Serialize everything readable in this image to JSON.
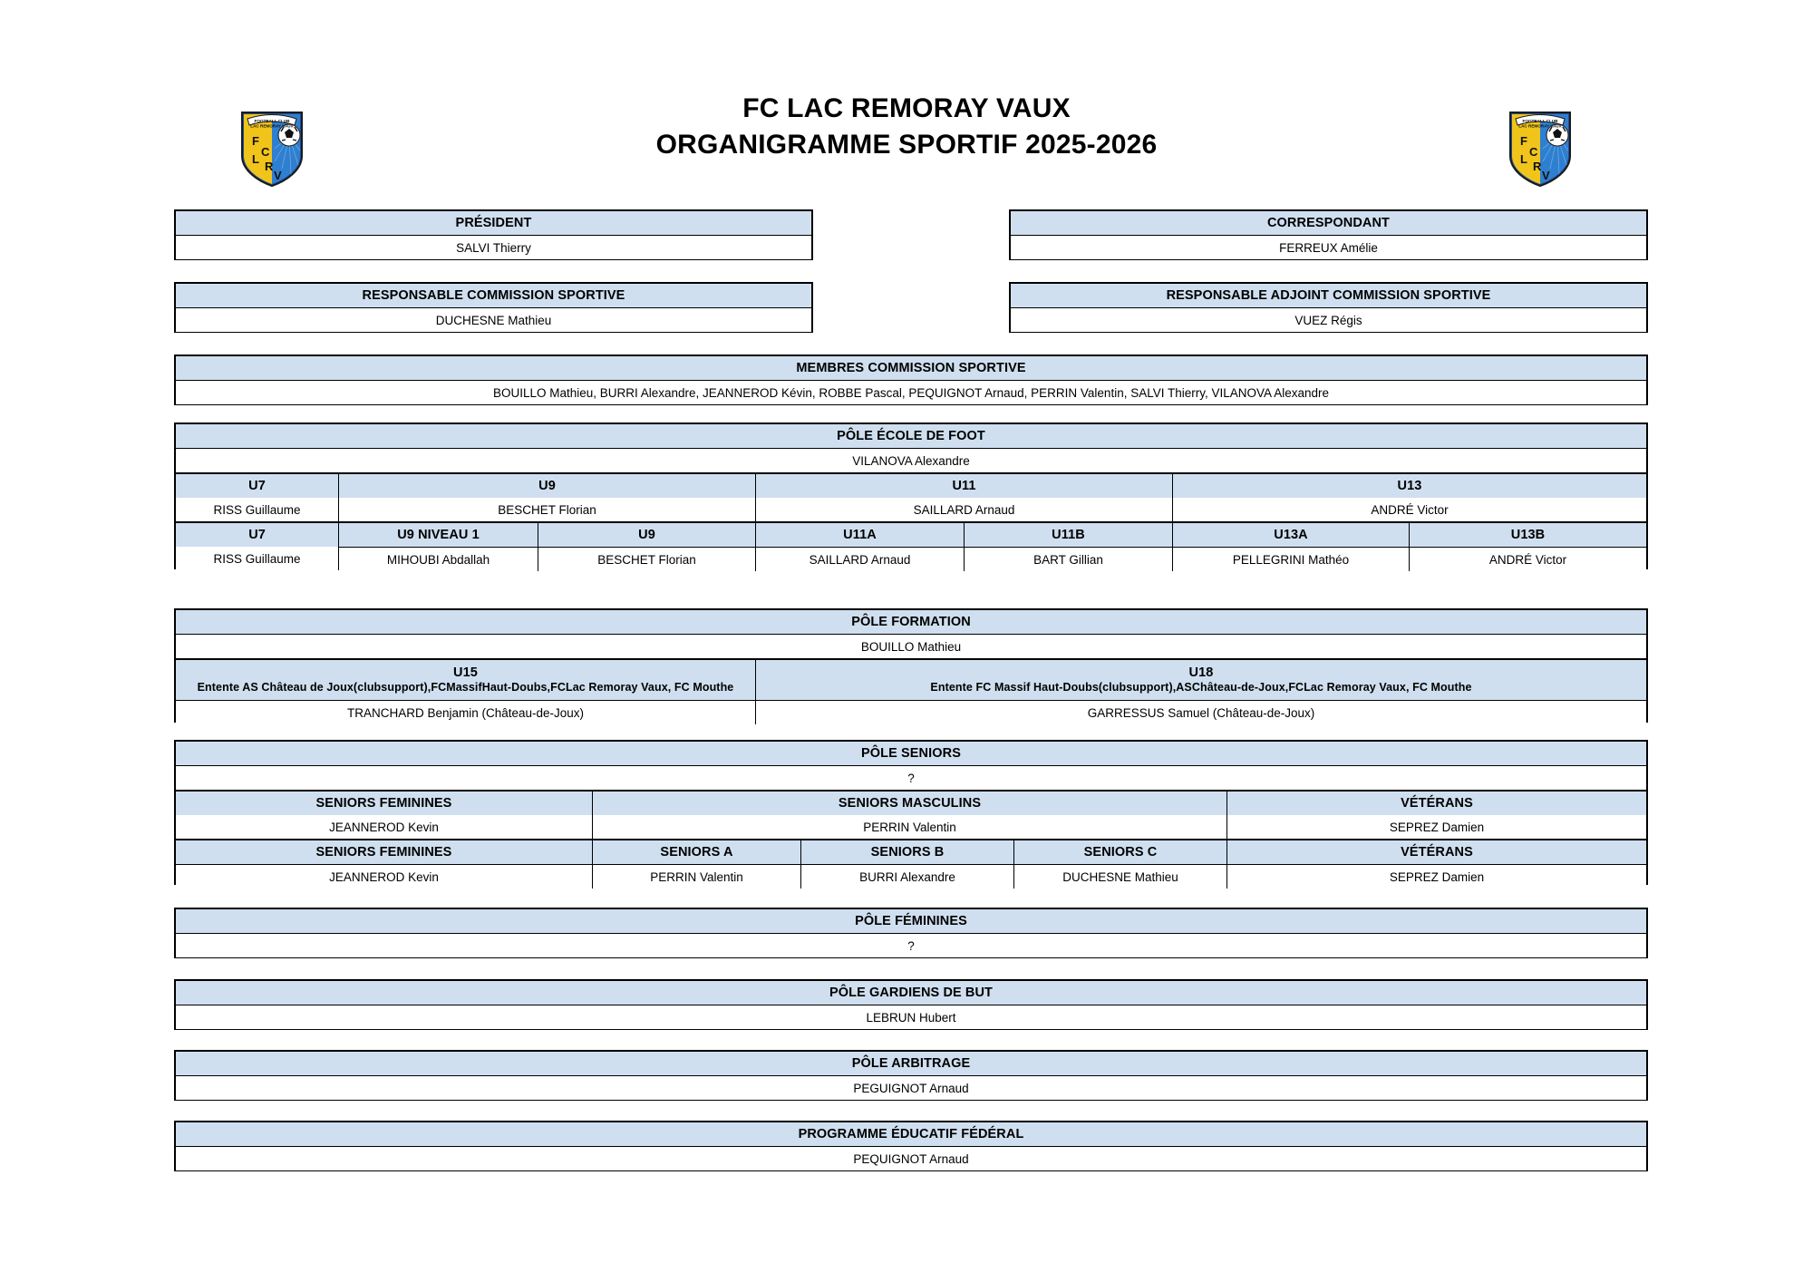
{
  "document": {
    "title_line1": "FC LAC REMORAY VAUX",
    "title_line2": "ORGANIGRAMME SPORTIF 2025-2026",
    "logo_alt": "FOOTBALL CLUB LAC REMORAY VAUX",
    "logo_banner_line1": "FOOTBALL CLUB",
    "logo_banner_line2": "LAC REMORAY VAUX",
    "logo_letters": [
      "F",
      "C",
      "L",
      "R",
      "V"
    ],
    "header_bg": "#cfdfef",
    "border_color": "#000000"
  },
  "president": {
    "header": "PRÉSIDENT",
    "name": "SALVI Thierry"
  },
  "correspondant": {
    "header": "CORRESPONDANT",
    "name": "FERREUX Amélie"
  },
  "responsable_commission": {
    "header": "RESPONSABLE COMMISSION SPORTIVE",
    "name": "DUCHESNE Mathieu"
  },
  "responsable_adjoint": {
    "header": "RESPONSABLE ADJOINT COMMISSION SPORTIVE",
    "name": "VUEZ Régis"
  },
  "membres_commission": {
    "header": "MEMBRES COMMISSION SPORTIVE",
    "names": "BOUILLO Mathieu, BURRI Alexandre, JEANNEROD Kévin, ROBBE Pascal, PEQUIGNOT Arnaud, PERRIN Valentin, SALVI Thierry, VILANOVA Alexandre"
  },
  "pole_ecole_de_foot": {
    "header": "PÔLE ÉCOLE DE FOOT",
    "responsable": "VILANOVA Alexandre",
    "categories": [
      {
        "label": "U7",
        "name": "RISS Guillaume"
      },
      {
        "label": "U9",
        "name": "BESCHET Florian"
      },
      {
        "label": "U11",
        "name": "SAILLARD Arnaud"
      },
      {
        "label": "U13",
        "name": "ANDRÉ Victor"
      }
    ],
    "teams": [
      {
        "label": "U7",
        "name": "RISS Guillaume"
      },
      {
        "label": "U9 NIVEAU 1",
        "name": "MIHOUBI Abdallah"
      },
      {
        "label": "U9",
        "name": "BESCHET Florian"
      },
      {
        "label": "U11A",
        "name": "SAILLARD Arnaud"
      },
      {
        "label": "U11B",
        "name": "BART Gillian"
      },
      {
        "label": "U13A",
        "name": "PELLEGRINI Mathéo"
      },
      {
        "label": "U13B",
        "name": "ANDRÉ Victor"
      }
    ]
  },
  "pole_formation": {
    "header": "PÔLE FORMATION",
    "responsable": "BOUILLO Mathieu",
    "groups": [
      {
        "label": "U15",
        "entente": "Entente AS Château de Joux(clubsupport),FCMassifHaut-Doubs,FCLac Remoray Vaux, FC Mouthe",
        "name": "TRANCHARD Benjamin (Château-de-Joux)"
      },
      {
        "label": "U18",
        "entente": "Entente FC Massif Haut-Doubs(clubsupport),ASChâteau-de-Joux,FCLac Remoray Vaux, FC Mouthe",
        "name": "GARRESSUS Samuel (Château-de-Joux)"
      }
    ]
  },
  "pole_seniors": {
    "header": "PÔLE SENIORS",
    "responsable": "?",
    "row1": [
      {
        "label": "SENIORS FEMININES",
        "name": "JEANNEROD Kevin"
      },
      {
        "label": "SENIORS MASCULINS",
        "name": "PERRIN Valentin"
      },
      {
        "label": "VÉTÉRANS",
        "name": "SEPREZ Damien"
      }
    ],
    "row2": [
      {
        "label": "SENIORS FEMININES",
        "name": "JEANNEROD Kevin"
      },
      {
        "label": "SENIORS A",
        "name": "PERRIN Valentin"
      },
      {
        "label": "SENIORS B",
        "name": "BURRI Alexandre"
      },
      {
        "label": "SENIORS C",
        "name": "DUCHESNE Mathieu"
      },
      {
        "label": "VÉTÉRANS",
        "name": "SEPREZ Damien"
      }
    ]
  },
  "pole_feminines": {
    "header": "PÔLE FÉMININES",
    "responsable": "?"
  },
  "pole_gardiens": {
    "header": "PÔLE GARDIENS DE BUT",
    "responsable": "LEBRUN Hubert"
  },
  "pole_arbitrage": {
    "header": "PÔLE ARBITRAGE",
    "responsable": "PEGUIGNOT Arnaud"
  },
  "programme_educatif": {
    "header": "PROGRAMME ÉDUCATIF FÉDÉRAL",
    "responsable": "PEQUIGNOT Arnaud"
  }
}
